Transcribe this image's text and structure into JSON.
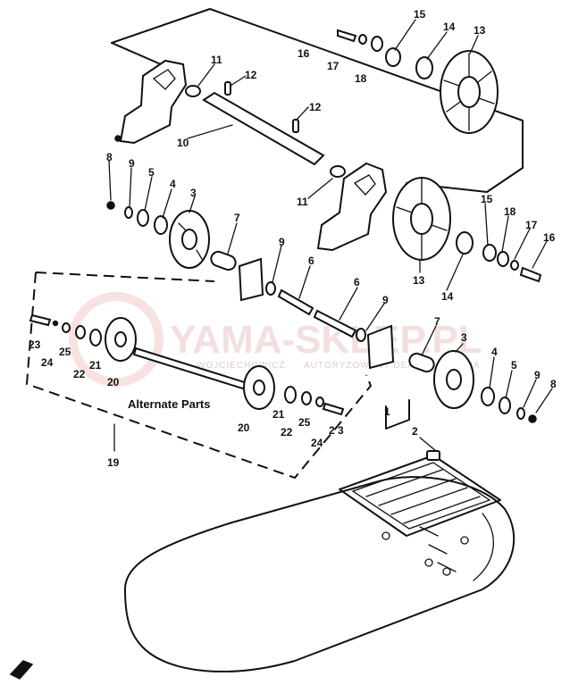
{
  "watermark": {
    "brand": "YAMA-SKLEP.PL",
    "tagline": "AUTORYZOWANY DEALER YAMAHA",
    "tagline_prefix": "WOJCIECHOWICZ"
  },
  "diagram": {
    "alternate_caption": "Alternate Parts",
    "callouts": {
      "c1": "1",
      "c2": "2",
      "c3a": "3",
      "c3b": "3",
      "c4a": "4",
      "c4b": "4",
      "c5a": "5",
      "c5b": "5",
      "c6a": "6",
      "c6b": "6",
      "c7a": "7",
      "c7b": "7",
      "c8a": "8",
      "c8b": "8",
      "c9a": "9",
      "c9b": "9",
      "c9c": "9",
      "c9d": "9",
      "c10": "10",
      "c11a": "11",
      "c11b": "11",
      "c12a": "12",
      "c12b": "12",
      "c13a": "13",
      "c13b": "13",
      "c14a": "14",
      "c14b": "14",
      "c15a": "15",
      "c15b": "15",
      "c16a": "16",
      "c16b": "16",
      "c17a": "17",
      "c17b": "17",
      "c18a": "18",
      "c18b": "18",
      "c19": "19",
      "c20a": "20",
      "c20b": "20",
      "c21a": "21",
      "c21b": "21",
      "c22a": "22",
      "c22b": "22",
      "c23a": "23",
      "c23b": "2 3",
      "c24a": "24",
      "c24b": "24",
      "c25a": "25",
      "c25b": "25"
    }
  }
}
